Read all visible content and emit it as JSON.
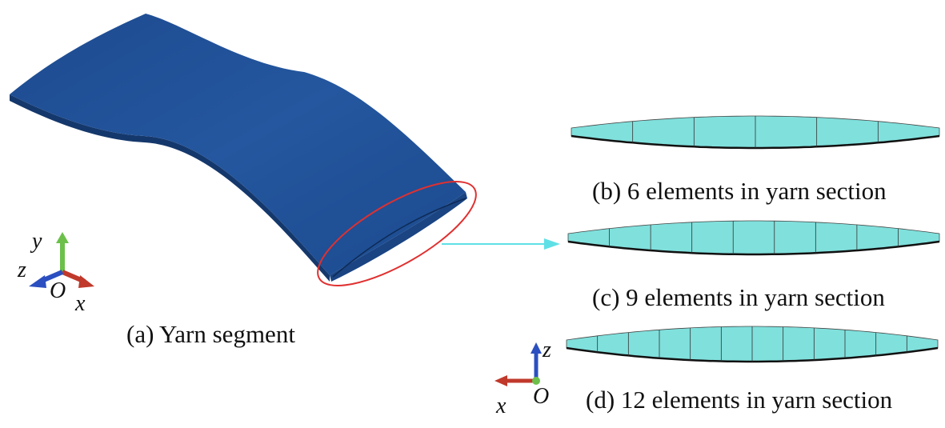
{
  "captions": {
    "a": "(a) Yarn segment",
    "b": "(b) 6 elements in yarn section",
    "c": "(c) 9 elements in yarn section",
    "d": "(d) 12 elements in yarn section"
  },
  "triad_3d": {
    "x": "x",
    "y": "y",
    "z": "z",
    "origin": "O"
  },
  "triad_2d": {
    "x": "x",
    "z": "z",
    "origin": "O"
  },
  "sections": [
    {
      "id": "b",
      "elements": 6
    },
    {
      "id": "c",
      "elements": 9
    },
    {
      "id": "d",
      "elements": 12
    }
  ],
  "colors": {
    "yarn": "#1f4f96",
    "yarn_dark": "#163a72",
    "section_fill": "#80e0dc",
    "highlight_ellipse": "#e03030",
    "arrow": "#5fe0e6",
    "axis_x": "#c0392b",
    "axis_y": "#6cc04a",
    "axis_z": "#2b4fc0"
  }
}
